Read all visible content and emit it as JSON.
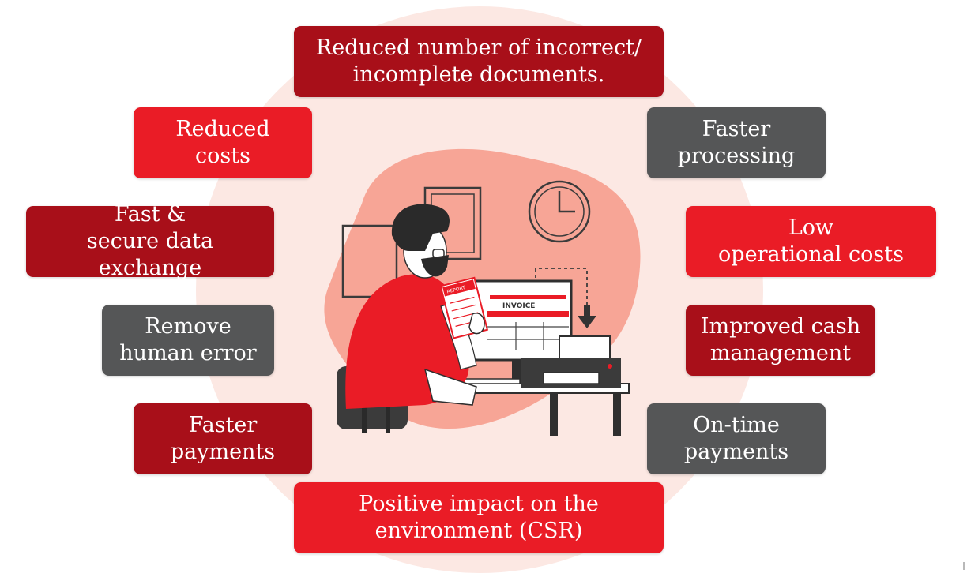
{
  "benefits": {
    "top": "Reduced number of incorrect/\nincomplete documents.",
    "reduced_costs": "Reduced\ncosts",
    "faster_processing": "Faster\nprocessing",
    "fast_secure": "Fast &\nsecure data exchange",
    "low_operational": "Low\noperational costs",
    "remove_error": "Remove\nhuman error",
    "improved_cash": "Improved cash\nmanagement",
    "faster_payments": "Faster\npayments",
    "ontime_payments": "On-time\npayments",
    "bottom": "Positive impact on the\nenvironment (CSR)"
  },
  "illustration": {
    "invoice_label": "INVOICE",
    "receipt_label": "REPORT"
  },
  "colors": {
    "dark_red": "#a80f19",
    "bright_red": "#ea1c26",
    "grey": "#555657",
    "background_circle": "#fce8e3",
    "blob": "#f7a596"
  }
}
